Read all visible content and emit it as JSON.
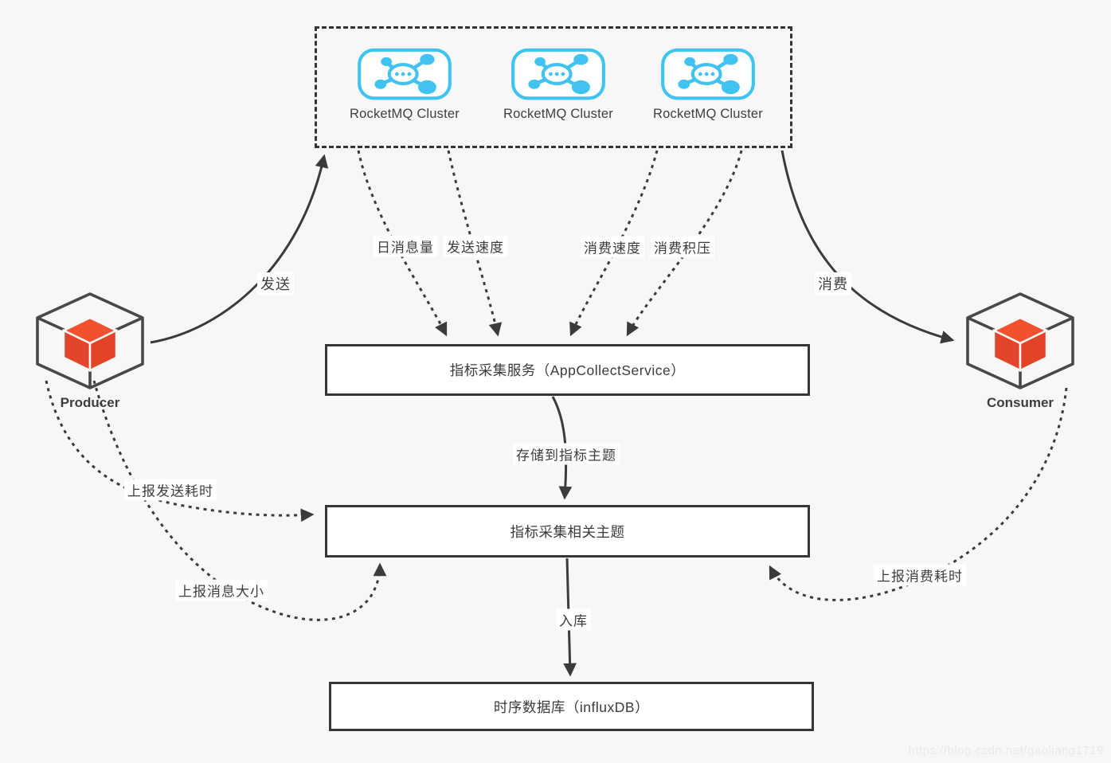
{
  "cluster": {
    "items": [
      {
        "label": "RocketMQ Cluster"
      },
      {
        "label": "RocketMQ Cluster"
      },
      {
        "label": "RocketMQ Cluster"
      }
    ]
  },
  "nodes": {
    "producer": "Producer",
    "consumer": "Consumer",
    "collect_service": "指标采集服务（AppCollectService）",
    "metric_topics": "指标采集相关主题",
    "tsdb": "时序数据库（influxDB）"
  },
  "edge_labels": {
    "send": "发送",
    "consume": "消费",
    "daily_message_count": "日消息量",
    "send_speed": "发送速度",
    "consume_speed": "消费速度",
    "consume_backlog": "消费积压",
    "store_to_metric_topic": "存储到指标主题",
    "report_send_cost": "上报发送耗时",
    "report_message_size": "上报消息大小",
    "report_consume_cost": "上报消费耗时",
    "into_db": "入库"
  },
  "watermark": "https://blog.csdn.net/gaoliang1719",
  "colors": {
    "rocketmq_blue": "#41C3F1",
    "cube_red": "#EF4C2D",
    "line_dark": "#3B3B3D",
    "background": "#F7F7F8"
  }
}
